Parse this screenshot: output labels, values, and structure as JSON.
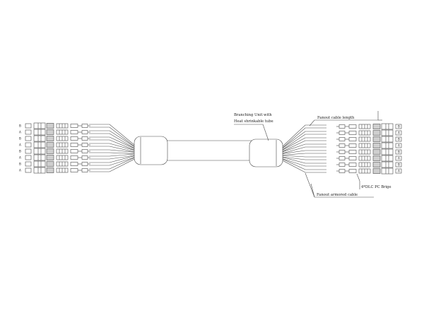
{
  "diagram": {
    "callouts": {
      "branching_unit": [
        "Branching Unit with",
        "Heat shrinkable tube"
      ],
      "fanout_cable_length": "Fanout cable length",
      "connector_label": "4*DLC PC Brige",
      "armored_cable": "Fanout armored cable"
    },
    "left_connector_pins": [
      "B",
      "A",
      "B",
      "A",
      "B",
      "A",
      "B",
      "A"
    ],
    "right_connector_pins": [
      "B",
      "A",
      "B",
      "A",
      "B",
      "A",
      "B",
      "A"
    ],
    "colors": {
      "line": "#4a4a4a",
      "background": "#ffffff"
    }
  }
}
